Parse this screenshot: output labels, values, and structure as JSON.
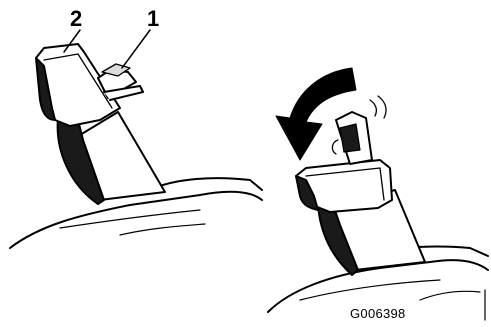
{
  "callouts": {
    "one": "1",
    "two": "2"
  },
  "figure_id": "G006398",
  "colors": {
    "ink": "#000000",
    "dark_fill": "#1a1a1a",
    "paper": "#ffffff"
  },
  "panels": {
    "left": "handle-lever-raised",
    "right": "handle-lever-pushed-down-rotation-arrow"
  }
}
